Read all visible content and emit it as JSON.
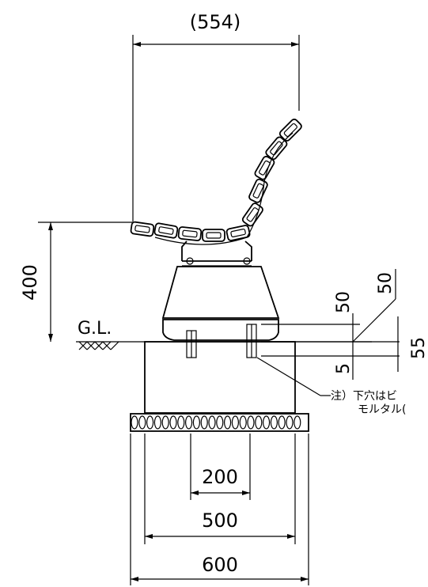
{
  "dimensions": {
    "top_width": "(554)",
    "height_400": "400",
    "dim_50_a": "50",
    "dim_50_b": "50",
    "dim_55": "55",
    "dim_5": "5",
    "width_200": "200",
    "width_500": "500",
    "width_600": "600"
  },
  "labels": {
    "ground_level": "G.L."
  },
  "note": {
    "line1": "注）下穴はビ",
    "line2": "モルタル("
  },
  "colors": {
    "line": "#000000",
    "background": "#ffffff"
  }
}
